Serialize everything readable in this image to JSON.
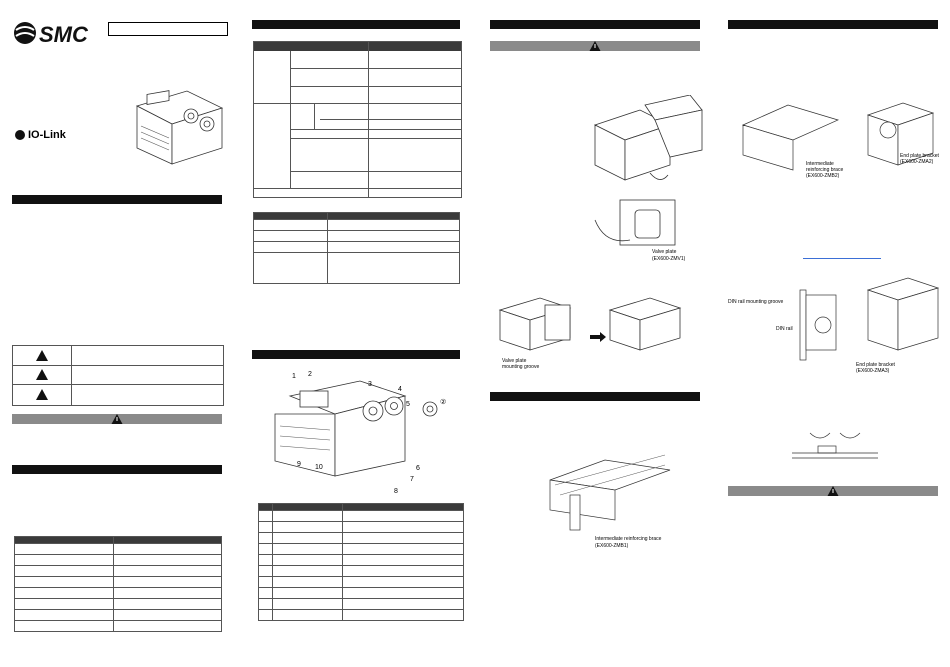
{
  "brand": {
    "logo_text": "SMC"
  },
  "iolink": {
    "text": "IO-Link"
  },
  "parts_callouts": [
    "1",
    "2",
    "3",
    "4",
    "5",
    "6",
    "7",
    "8",
    "9",
    "10"
  ],
  "cap_callout": "②",
  "col3": {
    "valve_plate_label": "Valve plate",
    "valve_plate_code": "(EX600-ZMV1)",
    "valve_plate_groove": "Valve plate",
    "mounting_groove": "mounting groove",
    "brace_label": "Intermediate reinforcing brace",
    "brace_code": "(EX600-ZMB1)"
  },
  "col4": {
    "brace_label": "Intermediate",
    "brace_label2": "reinforcing brace",
    "brace_code": "(EX600-ZMB2)",
    "end_bracket_label": "End plate bracket",
    "end_bracket_code": "(EX600-ZMA2)",
    "din_groove": "DIN rail mounting groove",
    "din_rail": "DIN rail",
    "end_bracket2_label": "End plate bracket",
    "end_bracket2_code": "(EX600-ZMA3)"
  }
}
